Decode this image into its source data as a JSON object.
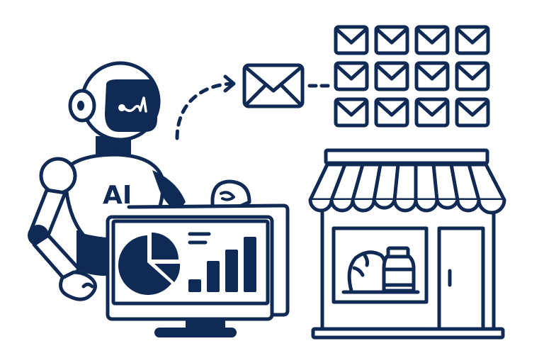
{
  "illustration": {
    "subject": "AI robot sending email campaigns to a local shop",
    "colors": {
      "ink": "#0f2a55",
      "background": "#ffffff"
    },
    "robot": {
      "chest_label": "AI"
    },
    "envelope_grid": {
      "rows": 3,
      "columns": 4
    },
    "dashboard": {
      "chart_types": [
        "pie-chart-icon",
        "bar-chart-icon"
      ],
      "bar_count": 4
    },
    "store": {
      "awning_stripes": 9,
      "window_items": [
        "bread-icon",
        "jar-icon"
      ]
    }
  }
}
